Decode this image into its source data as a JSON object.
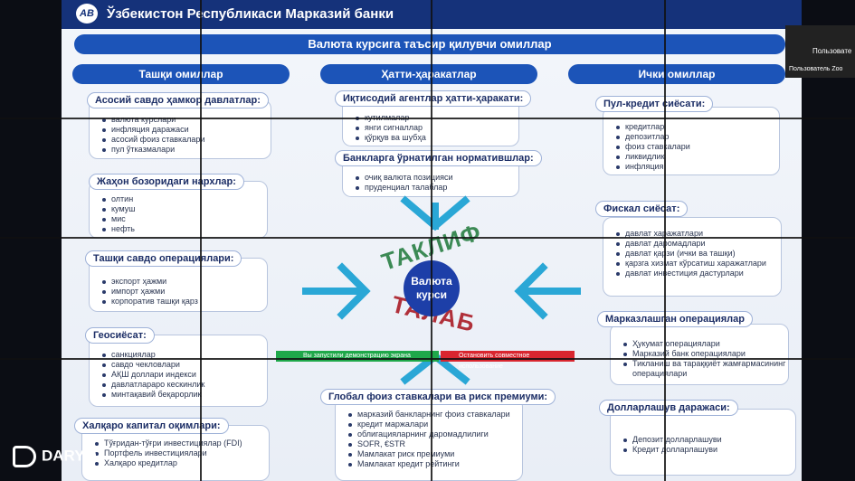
{
  "header": {
    "logo": "AB",
    "bank_name": "Ўзбекистон Республикаси Марказий банки"
  },
  "main_title": "Валюта курсига таъсир қилувчи омиллар",
  "columns": {
    "external": "Ташқи омиллар",
    "actions": "Ҳатти-ҳаракатлар",
    "internal": "Ички омиллар"
  },
  "external": [
    {
      "title": "Асосий савдо ҳамкор давлатлар:",
      "items": [
        "валюта курслари",
        "инфляция даражаси",
        "асосий фоиз ставкалари",
        "пул ўтказмалари"
      ]
    },
    {
      "title": "Жаҳон бозоридаги нархлар:",
      "items": [
        "олтин",
        "кумуш",
        "мис",
        "нефть"
      ]
    },
    {
      "title": "Ташқи савдо операциялари:",
      "items": [
        "экспорт ҳажми",
        "импорт ҳажми",
        "корпоратив ташқи қарз"
      ]
    },
    {
      "title": "Геосиёсат:",
      "items": [
        "санкциялар",
        "савдо чекловлари",
        "АҚШ доллари индекси",
        "давлатлараро кескинлик",
        "минтақавий беқарорлик"
      ]
    },
    {
      "title": "Халқаро капитал оқимлари:",
      "items": [
        "Тўғридан-тўғри инвестициялар (FDI)",
        "Портфель инвестициялари",
        "Халқаро кредитлар"
      ]
    }
  ],
  "actions": [
    {
      "title": "Иқтисодий агентлар ҳатти-ҳаракати:",
      "items": [
        "кутилмалар",
        "янги сигналлар",
        "қўрқув ва шубҳа"
      ]
    },
    {
      "title": "Банкларга ўрнатилган норматившлар:",
      "items": [
        "очиқ валюта позицияси",
        "пруденциал талаблар"
      ]
    },
    {
      "title": "Глобал фоиз ставкалари ва риск премиуми:",
      "items": [
        "марказий банкларнинг фоиз ставкалари",
        "кредит маржалари",
        "облигацияларнинг даромадлилиги",
        "SOFR, €STR",
        "Мамлакат риск премиуми",
        "Мамлакат кредит рейтинги"
      ]
    }
  ],
  "internal": [
    {
      "title": "Пул-кредит сиёсати:",
      "items": [
        "кредитлар",
        "депозитлар",
        "фоиз ставкалари",
        "ликвидлик",
        "инфляция"
      ]
    },
    {
      "title": "Фискал сиёсат:",
      "items": [
        "давлат харажатлари",
        "давлат даромадлари",
        "давлат қарзи (ички ва ташқи)",
        "қарзга хизмат кўрсатиш харажатлари",
        "давлат инвестиция дастурлари"
      ]
    },
    {
      "title": "Марказлашган операциялар",
      "items": [
        "Ҳукумат операциялари",
        "Марказий банк операциялари",
        "Тикланиш ва тараққиёт жамғармасининг операциялари"
      ]
    },
    {
      "title": "Долларлашув даражаси:",
      "items": [
        "Депозит долларлашуви",
        "Кредит долларлашуви"
      ]
    }
  ],
  "center": {
    "line1": "Валюта",
    "line2": "курси",
    "supply": "ТАКЛИФ",
    "demand": "ТАЛАБ"
  },
  "toast": {
    "sharing": "Вы запустили демонстрацию экрана",
    "stop": "Остановить совместное использование"
  },
  "side_panel": {
    "user1": "Пользовате",
    "user2": "Пользователь Zoo"
  },
  "watermark": "DARYO",
  "colors": {
    "primary": "#1c54b8",
    "dark_blue": "#15327a",
    "arrow": "#2aa7d6",
    "supply_green": "#3c8a55",
    "demand_red": "#b0303a"
  }
}
